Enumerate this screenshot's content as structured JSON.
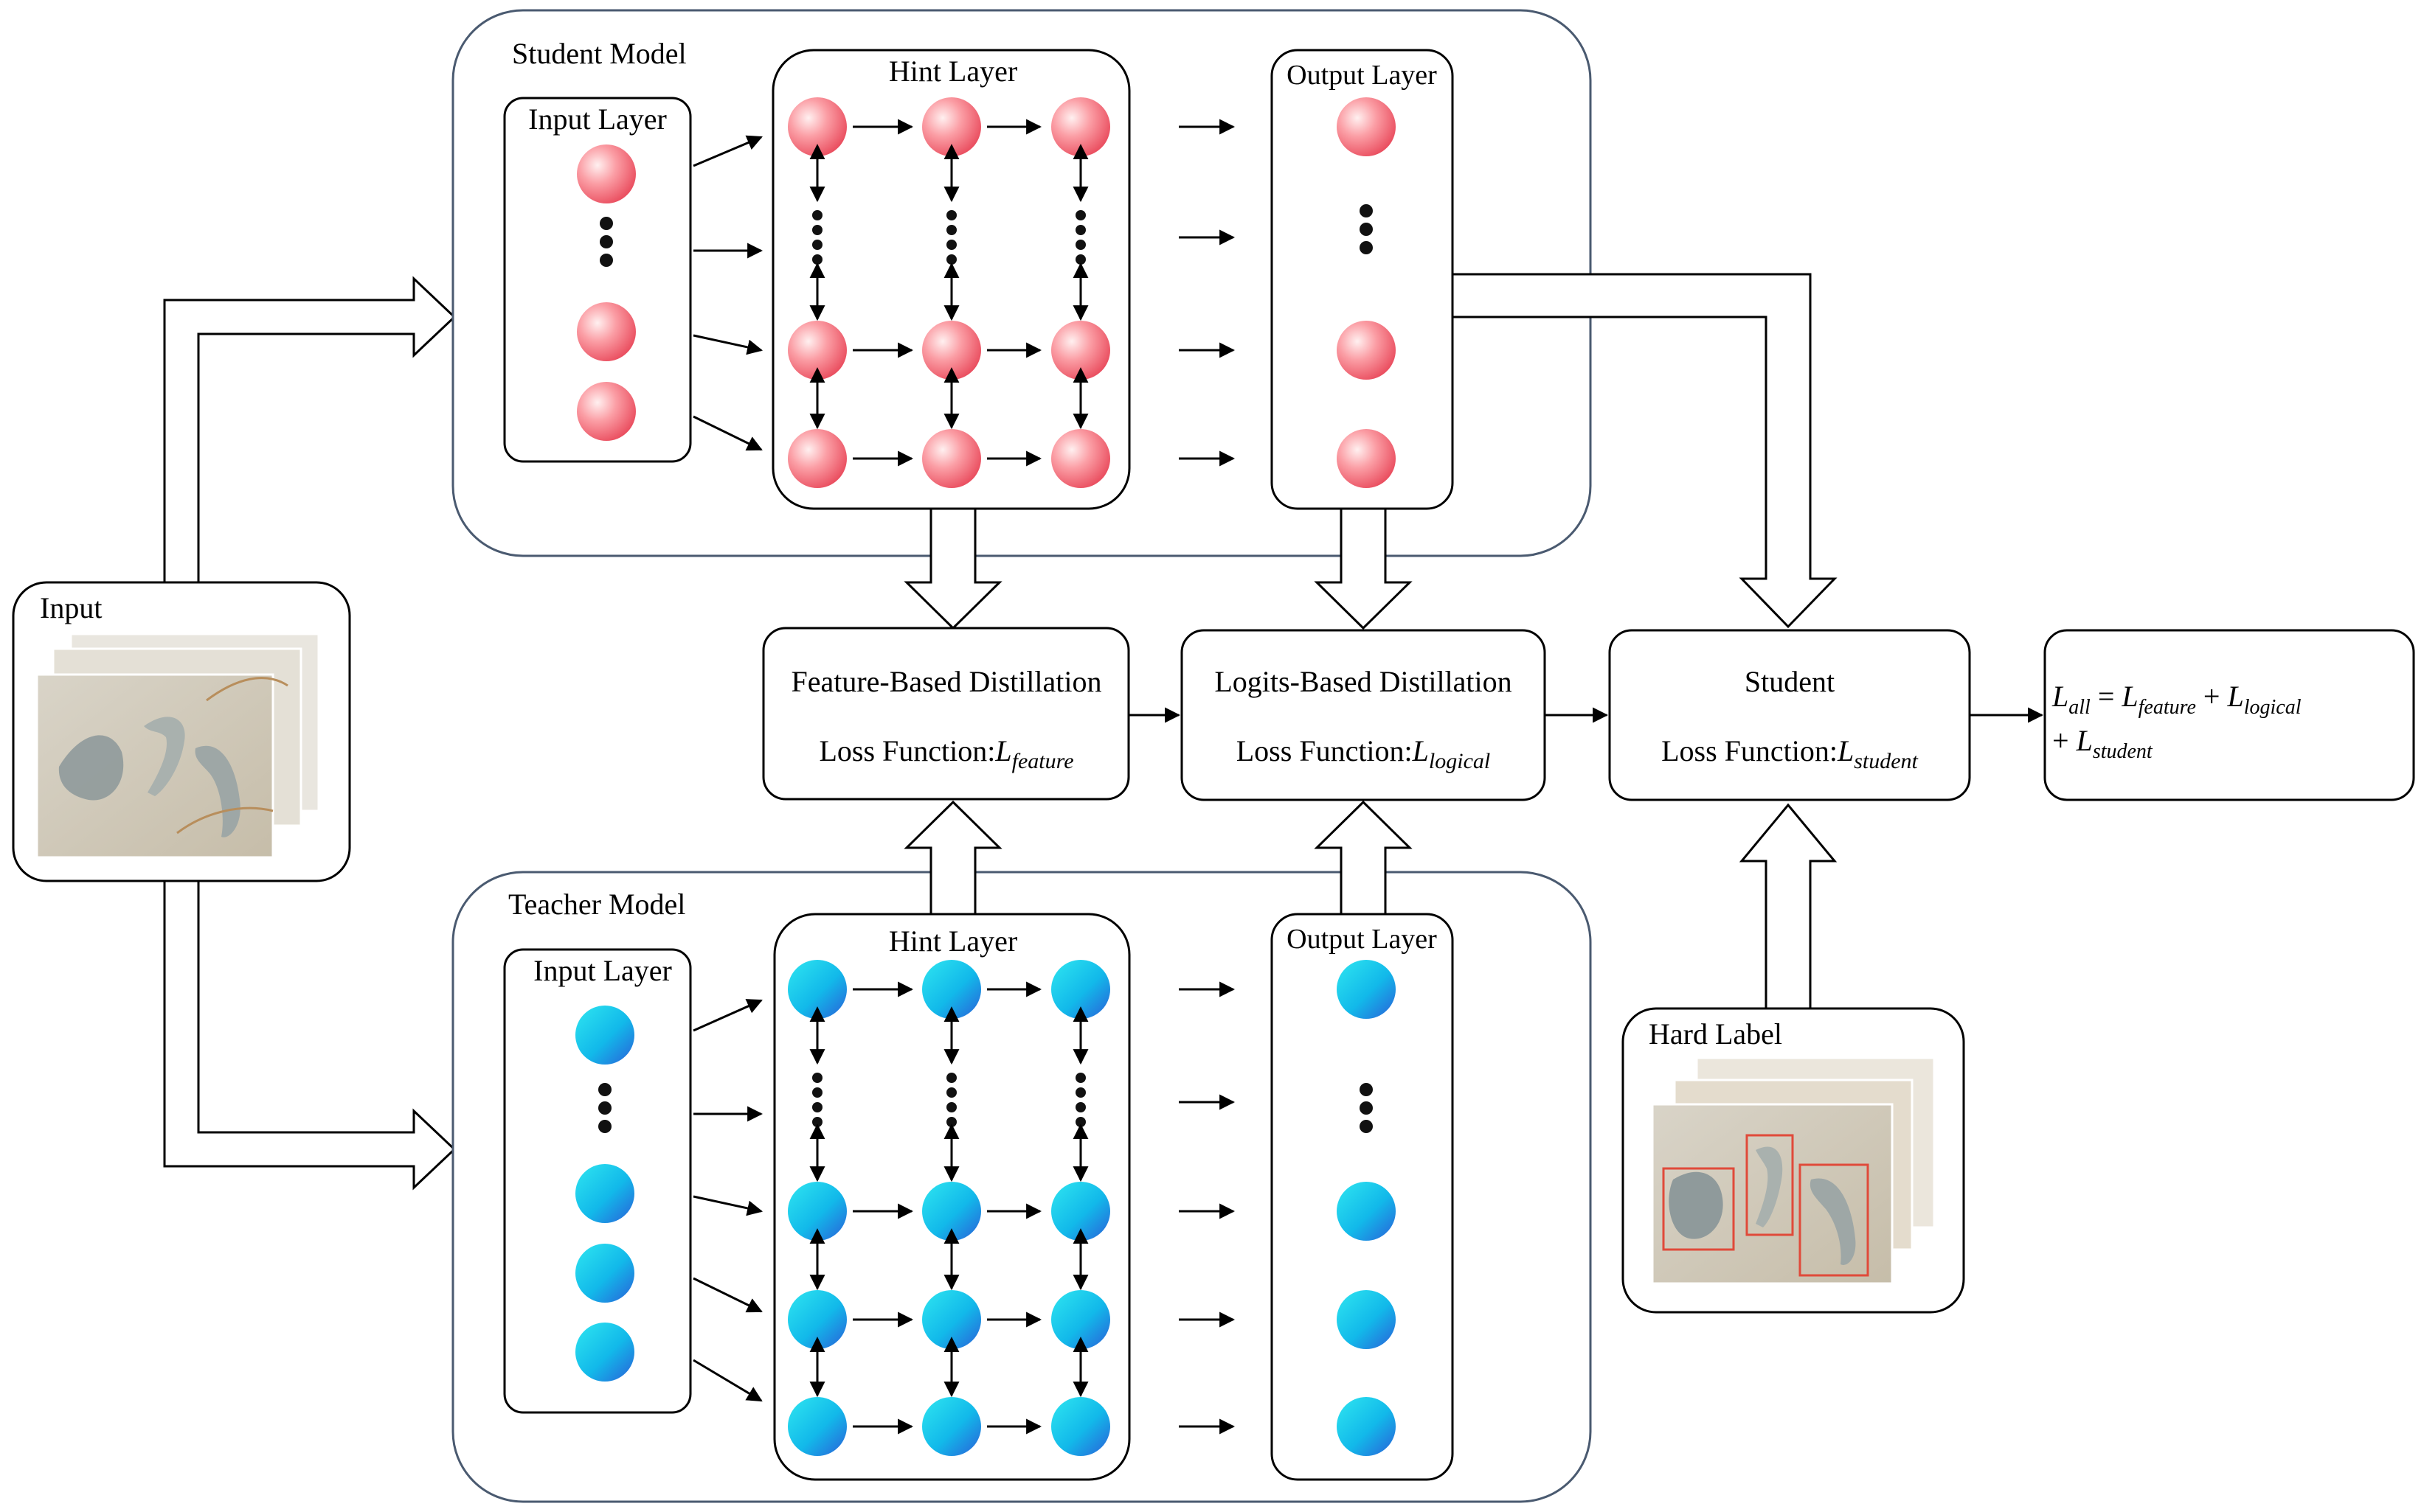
{
  "input": {
    "label": "Input"
  },
  "student_model": {
    "title": "Student Model",
    "input_layer": "Input Layer",
    "hint_layer": "Hint Layer",
    "output_layer": "Output Layer"
  },
  "teacher_model": {
    "title": "Teacher Model",
    "input_layer": "Input Layer",
    "hint_layer": "Hint Layer",
    "output_layer": "Output Layer"
  },
  "feature_distillation": {
    "title": "Feature-Based Distillation",
    "loss_prefix": "Loss Function:",
    "loss_symbol": "L",
    "loss_subscript": "feature"
  },
  "logits_distillation": {
    "title": "Logits-Based Distillation",
    "loss_prefix": "Loss Function:",
    "loss_symbol": "L",
    "loss_subscript": "logical"
  },
  "student_loss": {
    "title": "Student",
    "loss_prefix": "Loss Function:",
    "loss_symbol": "L",
    "loss_subscript": "student"
  },
  "total_loss": {
    "line1": {
      "L": "L",
      "all": "all",
      "eq": " = ",
      "feature": "feature",
      "plus": " + ",
      "logical": "logical"
    },
    "line2": {
      "plus": "+ ",
      "L": "L",
      "student": "student"
    }
  },
  "hard_label": {
    "label": "Hard Label"
  },
  "colors": {
    "student_node": "#f4868f",
    "teacher_node": "#1fa3e6",
    "container_border": "#4a5a70"
  }
}
